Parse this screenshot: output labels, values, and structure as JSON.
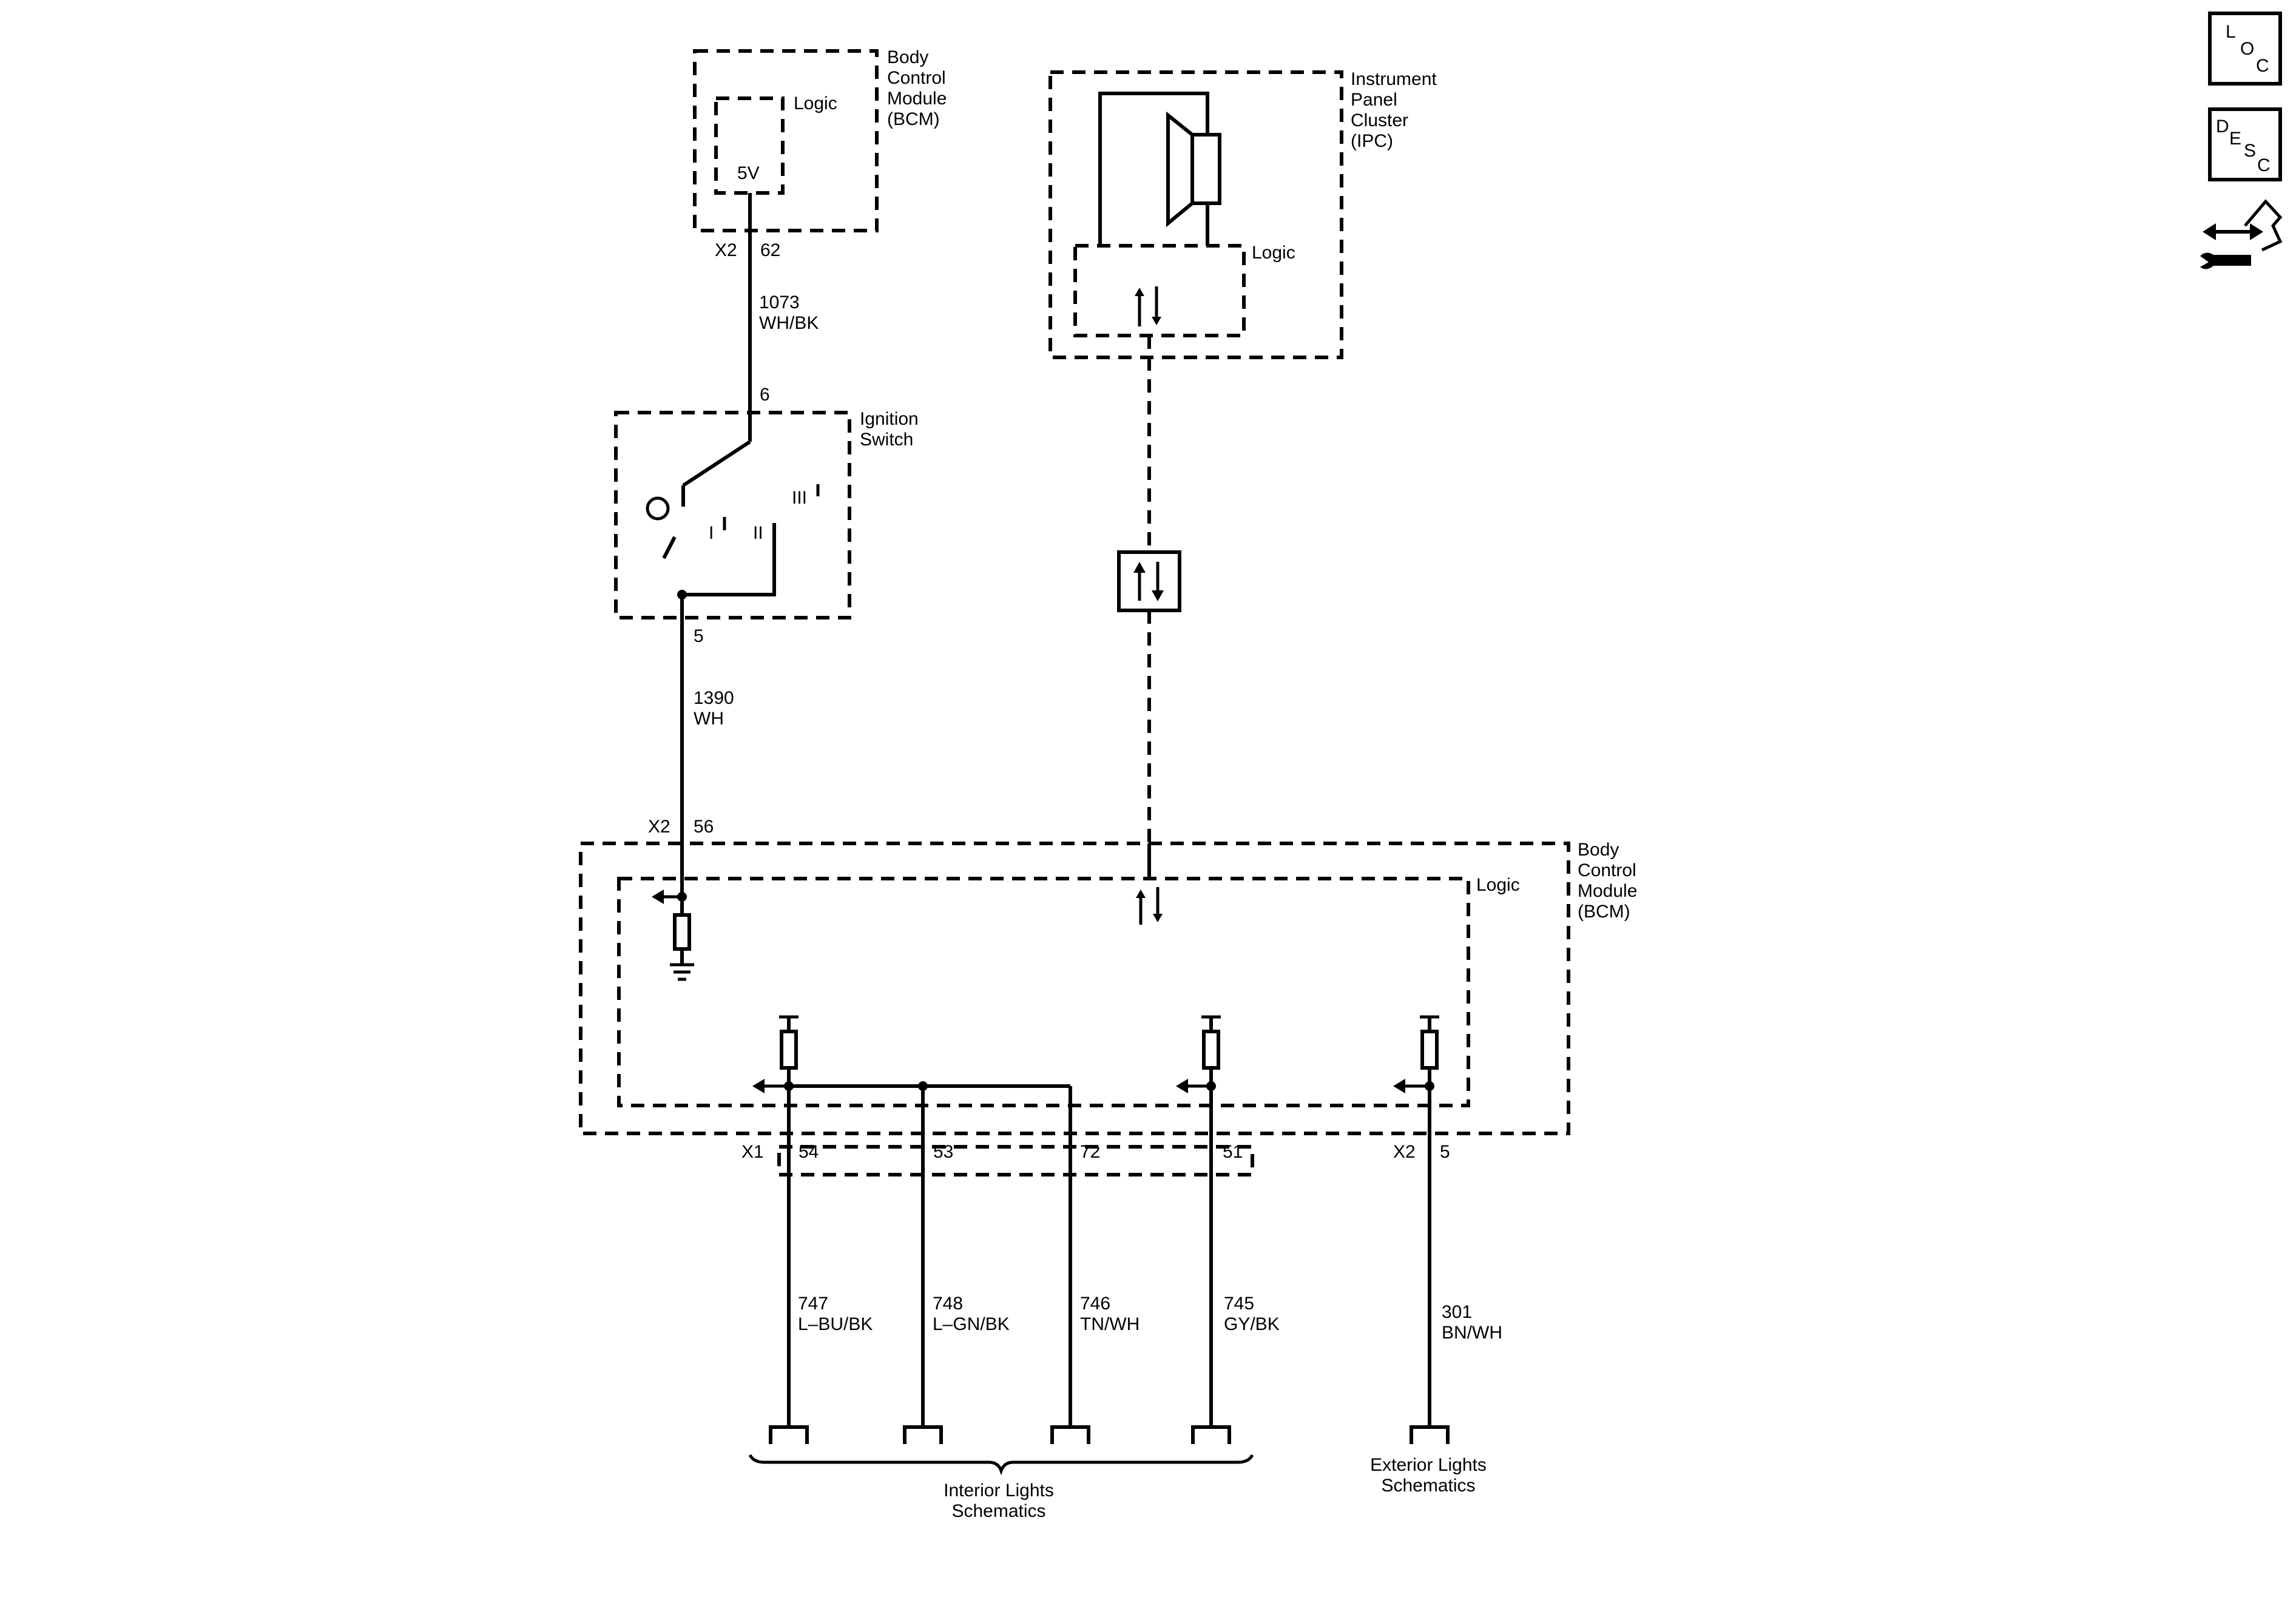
{
  "top_bcm": {
    "name": "Body Control Module (BCM)",
    "line1": "Body",
    "line2": "Control",
    "line3": "Module",
    "line4": "(BCM)",
    "logic": "Logic",
    "voltage": "5V",
    "connector": "X2",
    "pin": "62"
  },
  "wire_1073": {
    "circuit": "1073",
    "color": "WH/BK"
  },
  "ignition_switch": {
    "line1": "Ignition",
    "line2": "Switch",
    "pin_in": "6",
    "pin_out": "5",
    "pos1": "I",
    "pos2": "II",
    "pos3": "III"
  },
  "wire_1390": {
    "circuit": "1390",
    "color": "WH"
  },
  "ipc": {
    "line1": "Instrument",
    "line2": "Panel",
    "line3": "Cluster",
    "line4": "(IPC)",
    "logic": "Logic"
  },
  "bottom_bcm": {
    "line1": "Body",
    "line2": "Control",
    "line3": "Module",
    "line4": "(BCM)",
    "logic": "Logic",
    "input_connector": "X2",
    "input_pin": "56"
  },
  "outputs": {
    "x1_connector": "X1",
    "x2_connector": "X2",
    "pins": [
      "54",
      "53",
      "72",
      "51",
      "5"
    ],
    "wires": [
      {
        "circuit": "747",
        "color": "L–BU/BK"
      },
      {
        "circuit": "748",
        "color": "L–GN/BK"
      },
      {
        "circuit": "746",
        "color": "TN/WH"
      },
      {
        "circuit": "745",
        "color": "GY/BK"
      },
      {
        "circuit": "301",
        "color": "BN/WH"
      }
    ]
  },
  "destinations": {
    "interior_line1": "Interior Lights",
    "interior_line2": "Schematics",
    "exterior_line1": "Exterior Lights",
    "exterior_line2": "Schematics"
  },
  "side_icons": {
    "loc": {
      "l": "L",
      "o": "O",
      "c": "C"
    },
    "desc": {
      "d": "D",
      "e": "E",
      "s": "S",
      "c": "C"
    },
    "tool": "connector-tool-icon"
  },
  "colors": {
    "ink": "#000000",
    "background": "#ffffff"
  }
}
